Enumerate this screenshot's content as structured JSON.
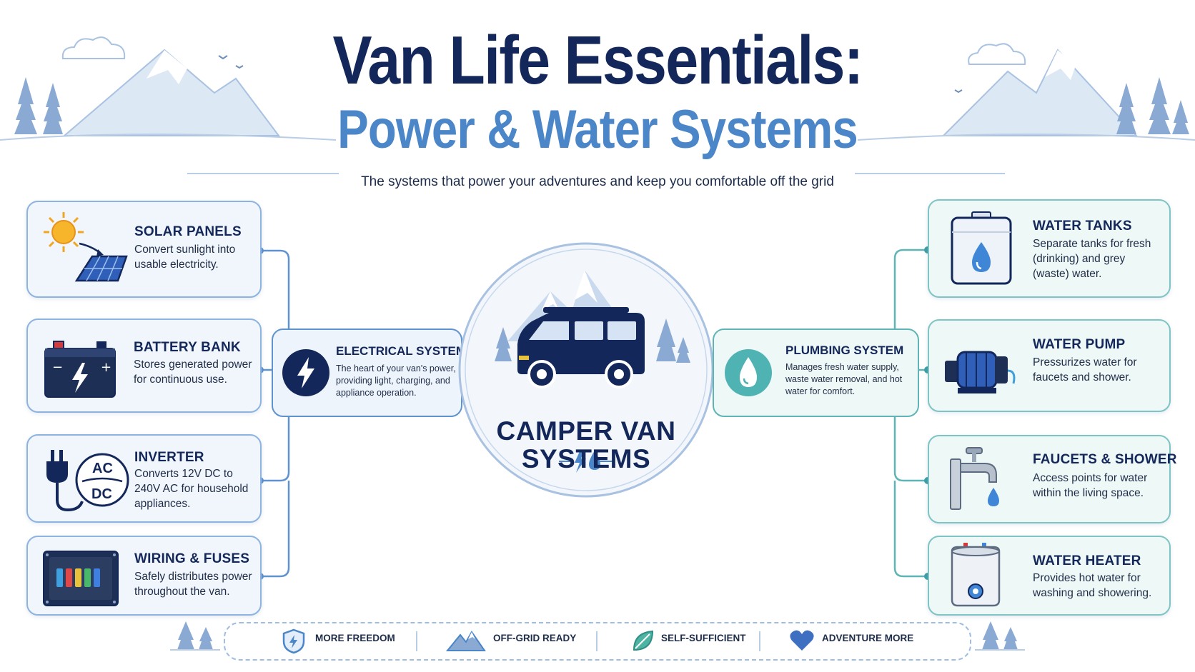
{
  "header": {
    "title_line1": "Van Life Essentials:",
    "title_line2": "Power & Water Systems",
    "subtitle": "The systems that power your adventures and keep you comfortable off the grid"
  },
  "center": {
    "title_line1": "CAMPER VAN",
    "title_line2": "SYSTEMS",
    "icons": [
      "bolt-icon",
      "water-drop-icon"
    ]
  },
  "electrical": {
    "title": "ELECTRICAL SYSTEM",
    "description": "The heart of your van's power, providing light, charging, and appliance operation.",
    "icon": "bolt-icon",
    "items": [
      {
        "title": "SOLAR PANELS",
        "description": "Convert sunlight into usable electricity.",
        "icon": "solar-panel-icon"
      },
      {
        "title": "BATTERY BANK",
        "description": "Stores generated power for continuous use.",
        "icon": "battery-icon"
      },
      {
        "title": "INVERTER",
        "description": "Converts 12V DC to 240V AC for household appliances.",
        "icon": "inverter-plug-icon",
        "icon_labels": [
          "AC",
          "DC"
        ]
      },
      {
        "title": "WIRING & FUSES",
        "description": "Safely distributes power throughout the van.",
        "icon": "fuse-box-icon"
      }
    ]
  },
  "plumbing": {
    "title": "PLUMBING SYSTEM",
    "description": "Manages fresh water supply, waste water removal, and hot water for comfort.",
    "icon": "water-drop-icon",
    "items": [
      {
        "title": "WATER TANKS",
        "description": "Separate tanks for fresh (drinking) and grey (waste) water.",
        "icon": "water-tank-icon"
      },
      {
        "title": "WATER PUMP",
        "description": "Pressurizes water for faucets and shower.",
        "icon": "water-pump-icon"
      },
      {
        "title": "FAUCETS & SHOWER",
        "description": "Access points for water within the living space.",
        "icon": "faucet-icon"
      },
      {
        "title": "WATER HEATER",
        "description": "Provides hot water for washing and showering.",
        "icon": "water-heater-icon"
      }
    ]
  },
  "footer": {
    "items": [
      {
        "label": "MORE FREEDOM",
        "icon": "shield-icon"
      },
      {
        "label": "OFF-GRID READY",
        "icon": "mountain-icon"
      },
      {
        "label": "SELF-SUFFICIENT",
        "icon": "leaf-icon"
      },
      {
        "label": "ADVENTURE MORE",
        "icon": "heart-icon"
      }
    ]
  },
  "colors": {
    "navy": "#13275a",
    "blue": "#4a86c8",
    "electric_border": "#8db3e0",
    "water_border": "#7fc4c4",
    "teal": "#3f9fa8"
  }
}
